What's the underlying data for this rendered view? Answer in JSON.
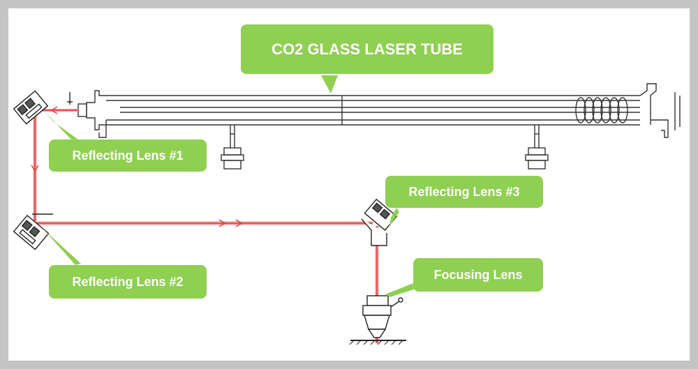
{
  "labels": {
    "tube": "CO2 GLASS LASER TUBE",
    "lens1": "Reflecting Lens #1",
    "lens2": "Reflecting Lens #2",
    "lens3": "Reflecting Lens #3",
    "focus": "Focusing Lens"
  },
  "colors": {
    "callout": "#8fcf52",
    "beam": "#ef4a4a",
    "beam_soft": "#f5a3a3",
    "line": "#333333"
  }
}
